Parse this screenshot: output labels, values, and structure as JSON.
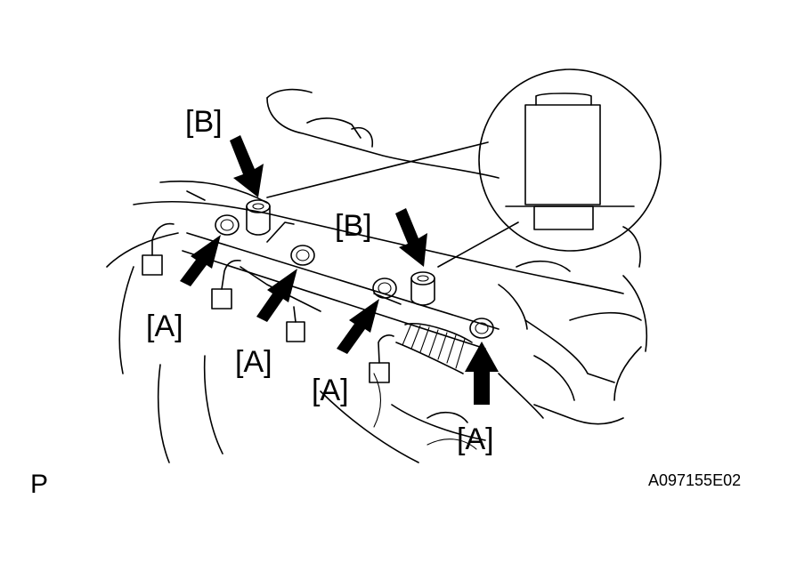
{
  "labels": {
    "a": "[A]",
    "b": "[B]"
  },
  "corner": {
    "left": "P",
    "right": "A097155E02"
  },
  "colors": {
    "ink": "#000000",
    "background": "#ffffff"
  }
}
